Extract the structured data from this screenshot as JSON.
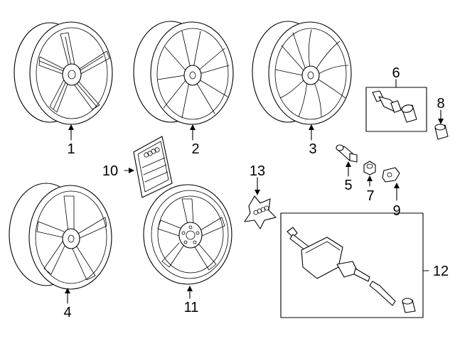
{
  "diagram": {
    "callouts": [
      {
        "id": "1",
        "label": "1"
      },
      {
        "id": "2",
        "label": "2"
      },
      {
        "id": "3",
        "label": "3"
      },
      {
        "id": "4",
        "label": "4"
      },
      {
        "id": "5",
        "label": "5"
      },
      {
        "id": "6",
        "label": "6"
      },
      {
        "id": "7",
        "label": "7"
      },
      {
        "id": "8",
        "label": "8"
      },
      {
        "id": "9",
        "label": "9"
      },
      {
        "id": "10",
        "label": "10"
      },
      {
        "id": "11",
        "label": "11"
      },
      {
        "id": "12",
        "label": "12"
      },
      {
        "id": "13",
        "label": "13"
      }
    ],
    "parts": [
      {
        "callout": "1",
        "kind": "alloy wheel, 5 split spoke"
      },
      {
        "callout": "2",
        "kind": "alloy wheel, 10 spoke"
      },
      {
        "callout": "3",
        "kind": "alloy wheel, 10 twisted spoke"
      },
      {
        "callout": "4",
        "kind": "alloy wheel, 5 spoke"
      },
      {
        "callout": "5",
        "kind": "valve stem"
      },
      {
        "callout": "6",
        "kind": "valve stem kit (boxed)"
      },
      {
        "callout": "7",
        "kind": "nut"
      },
      {
        "callout": "8",
        "kind": "valve cap"
      },
      {
        "callout": "9",
        "kind": "clip"
      },
      {
        "callout": "10",
        "kind": "emblem decal"
      },
      {
        "callout": "11",
        "kind": "spare wheel"
      },
      {
        "callout": "12",
        "kind": "tire pressure sensor kit (boxed)"
      },
      {
        "callout": "13",
        "kind": "center cap"
      }
    ],
    "icons": [
      "wheel-icon",
      "valve-stem-icon",
      "nut-icon",
      "cap-icon",
      "clip-icon",
      "decal-icon",
      "center-cap-icon",
      "tpms-sensor-icon"
    ]
  }
}
